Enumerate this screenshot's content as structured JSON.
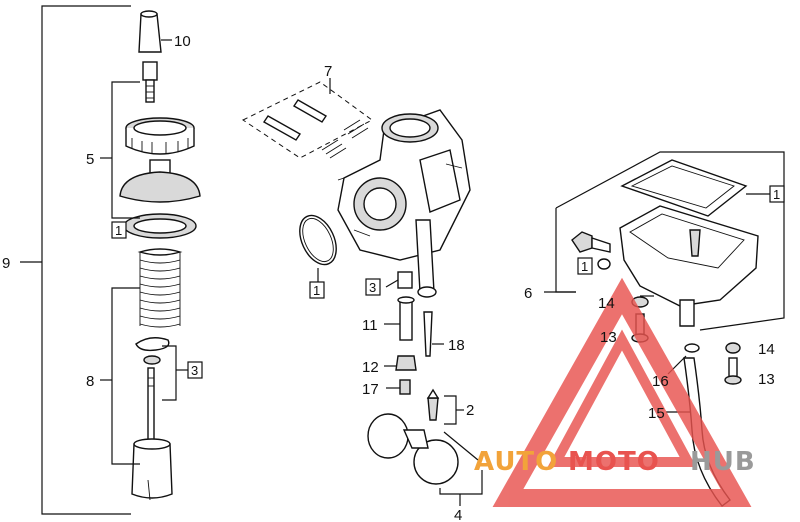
{
  "diagram": {
    "callouts": {
      "c1": "1",
      "c2": "2",
      "c3": "3",
      "c4": "4",
      "c5": "5",
      "c6": "6",
      "c7": "7",
      "c8": "8",
      "c9": "9",
      "c10": "10",
      "c11": "11",
      "c12": "12",
      "c13a": "13",
      "c13b": "13",
      "c14a": "14",
      "c14b": "14",
      "c15": "15",
      "c16": "16",
      "c17": "17",
      "c18": "18"
    },
    "boxed_refs": {
      "b1a": "1",
      "b1b": "1",
      "b1c": "1",
      "b1d": "1",
      "b3a": "3",
      "b3b": "3"
    }
  },
  "watermark": {
    "text_auto": "AUTO",
    "text_moto": "MOTO",
    "text_hub": "HUB",
    "colors": {
      "red": "#e8534f",
      "orange": "#f2a33a",
      "grey": "#9a9a9a"
    }
  }
}
